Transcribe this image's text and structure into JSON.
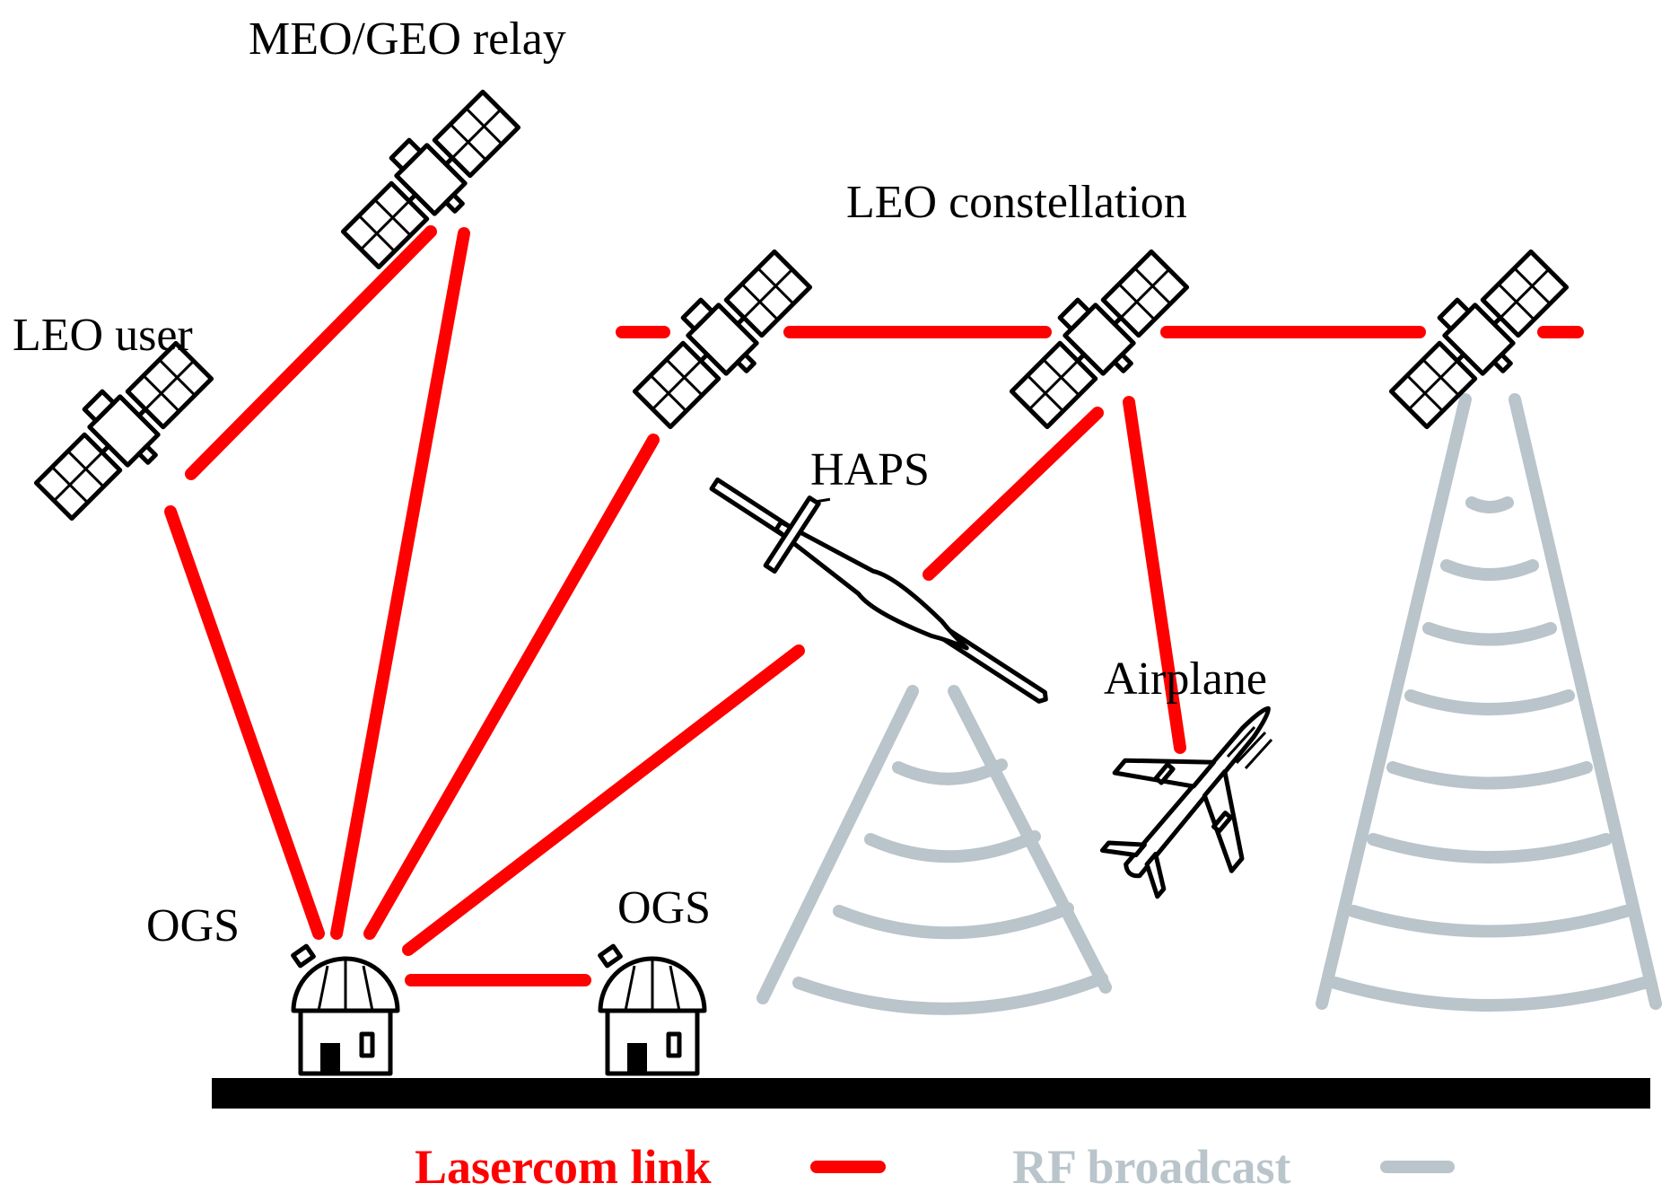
{
  "labels": {
    "meo_geo_relay": "MEO/GEO relay",
    "leo_constellation": "LEO constellation",
    "leo_user": "LEO user",
    "haps": "HAPS",
    "airplane": "Airplane",
    "ogs_left": "OGS",
    "ogs_right": "OGS"
  },
  "legend": {
    "lasercom": "Lasercom link",
    "rf": "RF broadcast"
  },
  "colors": {
    "lasercom": "#ff0000",
    "rf": "#b9c4cb",
    "ground": "#000000"
  },
  "icons": [
    "satellite-icon",
    "drone-icon",
    "airplane-icon",
    "observatory-icon"
  ]
}
